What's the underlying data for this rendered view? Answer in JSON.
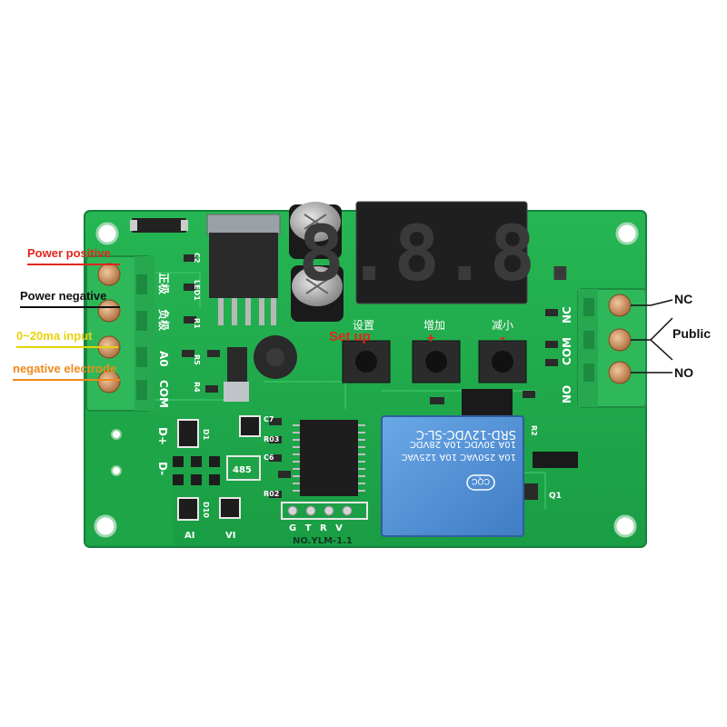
{
  "left_labels": {
    "power_positive": "Power positive",
    "power_negative": "Power negative",
    "input_current": "0~20ma input",
    "negative_electrode": "negative electrode"
  },
  "right_labels": {
    "nc": "NC",
    "public": "Public",
    "no": "NO"
  },
  "setup_label": "Set up",
  "display": {
    "digits": "8.8.8."
  },
  "button_labels": {
    "set": "设置",
    "plus_cn": "增加",
    "minus_cn": "减小",
    "plus": "+",
    "minus": "-"
  },
  "relay": {
    "model": "SRD-12VDC-SL-C",
    "rating_line1": "10A 250VAC 10A 125VAC",
    "rating_line2": "10A 30VDC 10A 28VDC",
    "cert": "CQC"
  },
  "silkscreen": {
    "pos_cn": "正极",
    "neg_cn": "负极",
    "a0": "A0",
    "com_left": "COM",
    "d_plus": "D+",
    "d_minus": "D-",
    "nc_board": "NC",
    "com_right": "COM",
    "no_board": "NO",
    "header_pins": "G T R V",
    "board_id": "NO.YLM-1.1",
    "ai": "AI",
    "vi": "VI",
    "chip485": "485",
    "q1": "Q1",
    "r2": "R2",
    "d1": "D1",
    "d10": "D10",
    "r5": "R5",
    "r4": "R4",
    "r1": "R1",
    "c2": "C2",
    "led1": "LED1",
    "c7": "C7",
    "r03": "R03",
    "c6": "C6",
    "r02": "R02"
  },
  "colors": {
    "pcb": "#1faa4a",
    "pcb_edge": "#12833a",
    "terminal": "#2fb85a",
    "power_positive": "#e0261d",
    "power_negative": "#111111",
    "input_current": "#e9d20a",
    "negative_electrode": "#ef8a1a",
    "relay_blue": "#4f8fd6"
  }
}
